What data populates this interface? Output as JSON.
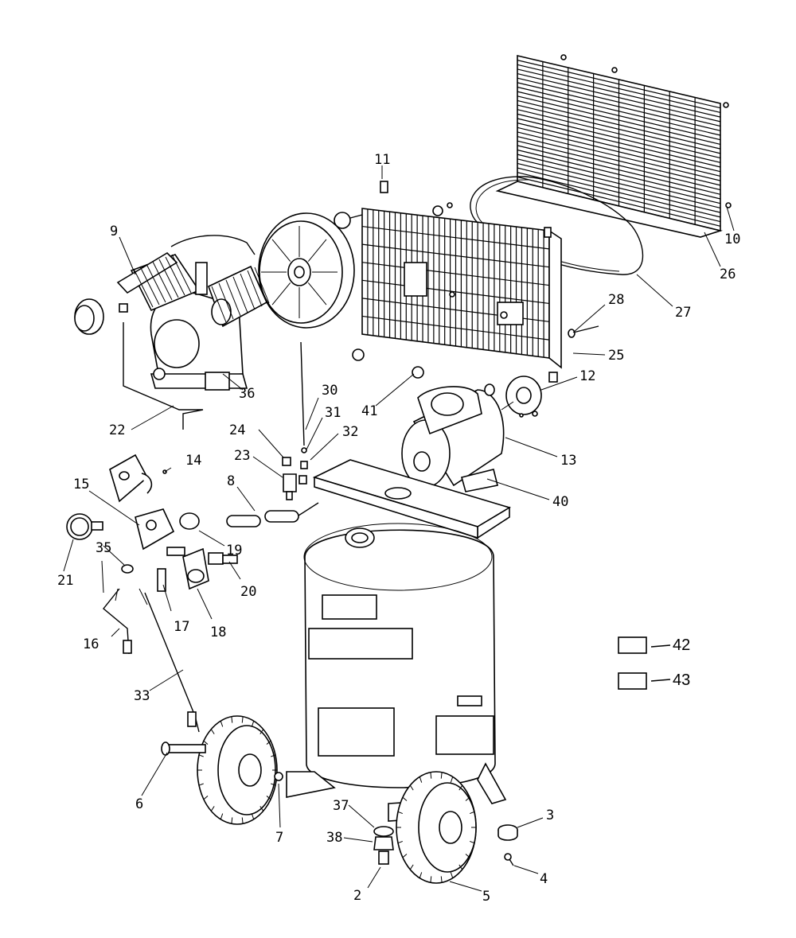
{
  "diagram": {
    "callouts": [
      {
        "id": "p2",
        "label": "2"
      },
      {
        "id": "p3",
        "label": "3"
      },
      {
        "id": "p4",
        "label": "4"
      },
      {
        "id": "p5",
        "label": "5"
      },
      {
        "id": "p6",
        "label": "6"
      },
      {
        "id": "p7",
        "label": "7"
      },
      {
        "id": "p8",
        "label": "8"
      },
      {
        "id": "p9",
        "label": "9"
      },
      {
        "id": "p10",
        "label": "10"
      },
      {
        "id": "p11",
        "label": "11"
      },
      {
        "id": "p12",
        "label": "12"
      },
      {
        "id": "p13",
        "label": "13"
      },
      {
        "id": "p14",
        "label": "14"
      },
      {
        "id": "p15",
        "label": "15"
      },
      {
        "id": "p16",
        "label": "16"
      },
      {
        "id": "p17",
        "label": "17"
      },
      {
        "id": "p18",
        "label": "18"
      },
      {
        "id": "p19",
        "label": "19"
      },
      {
        "id": "p20",
        "label": "20"
      },
      {
        "id": "p21",
        "label": "21"
      },
      {
        "id": "p22",
        "label": "22"
      },
      {
        "id": "p23",
        "label": "23"
      },
      {
        "id": "p24",
        "label": "24"
      },
      {
        "id": "p25",
        "label": "25"
      },
      {
        "id": "p26",
        "label": "26"
      },
      {
        "id": "p27",
        "label": "27"
      },
      {
        "id": "p28",
        "label": "28"
      },
      {
        "id": "p30",
        "label": "30"
      },
      {
        "id": "p31",
        "label": "31"
      },
      {
        "id": "p32",
        "label": "32"
      },
      {
        "id": "p33",
        "label": "33"
      },
      {
        "id": "p35",
        "label": "35"
      },
      {
        "id": "p36",
        "label": "36"
      },
      {
        "id": "p37",
        "label": "37"
      },
      {
        "id": "p38",
        "label": "38"
      },
      {
        "id": "p40",
        "label": "40"
      },
      {
        "id": "p41",
        "label": "41"
      }
    ],
    "label_boxes": [
      {
        "id": "p42",
        "label": "42"
      },
      {
        "id": "p43",
        "label": "43"
      }
    ]
  }
}
